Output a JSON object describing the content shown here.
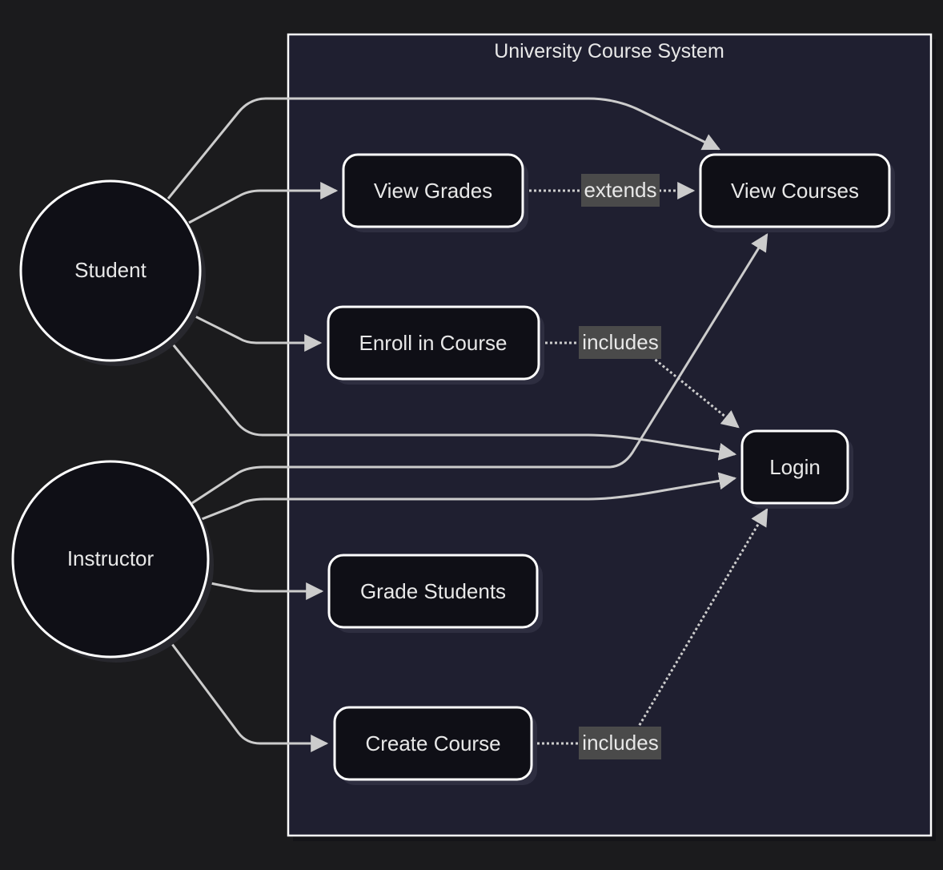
{
  "system": {
    "title": "University Course System"
  },
  "actors": {
    "student": "Student",
    "instructor": "Instructor"
  },
  "use_cases": {
    "view_grades": "View Grades",
    "view_courses": "View Courses",
    "enroll_in_course": "Enroll in Course",
    "login": "Login",
    "grade_students": "Grade Students",
    "create_course": "Create Course"
  },
  "relations": {
    "view_grades_extends": "extends",
    "enroll_includes": "includes",
    "create_includes": "includes"
  },
  "colors": {
    "background": "#1b1b1d",
    "system_fill": "#1f1f30",
    "node_fill": "#0f0f16",
    "stroke": "#ffffff",
    "edge": "#cccccc",
    "edge_label_bg": "#4a4a4a",
    "text": "#e8e8e8"
  }
}
